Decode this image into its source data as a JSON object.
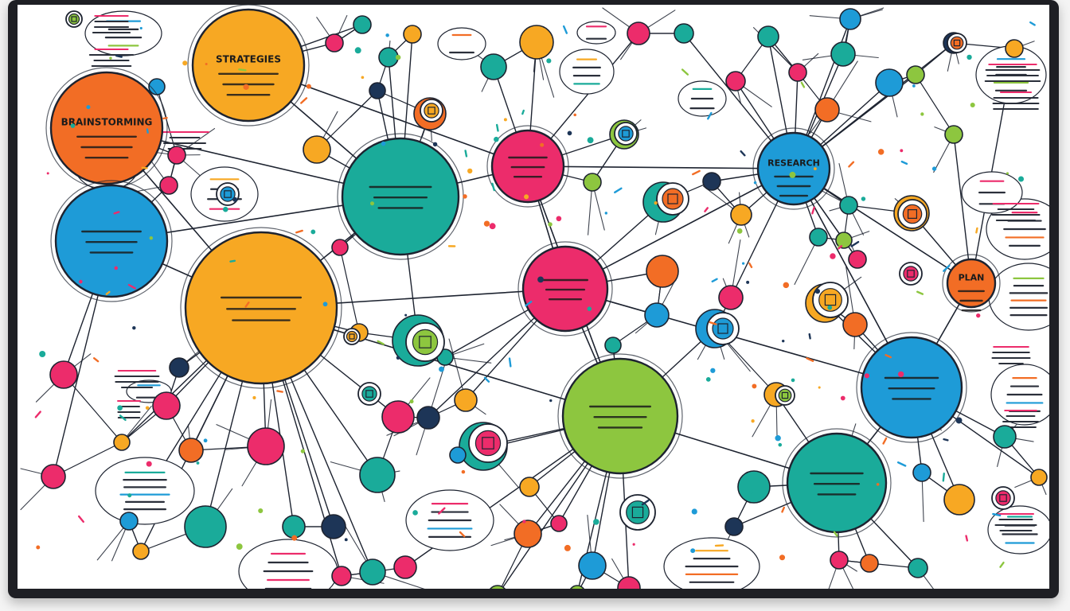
{
  "nodes": [
    {
      "label": "STRATEGIES",
      "sub": "",
      "color": "#f7a823",
      "size": "lg"
    },
    {
      "label": "BRAINSTORMING",
      "sub": "",
      "color": "#f26d25",
      "size": "lg"
    },
    {
      "label": "",
      "sub": "",
      "color": "#1e9bd7",
      "size": "lg"
    },
    {
      "label": "",
      "sub": "",
      "color": "#f7a823",
      "size": "xl"
    },
    {
      "label": "",
      "sub": "",
      "color": "#1aab9a",
      "size": "lg"
    },
    {
      "label": "",
      "sub": "",
      "color": "#ec2c6b",
      "size": "md"
    },
    {
      "label": "RESEARCH",
      "sub": "",
      "color": "#1e9bd7",
      "size": "md"
    },
    {
      "label": "",
      "sub": "",
      "color": "#ec2c6b",
      "size": "md"
    },
    {
      "label": "PLAN",
      "sub": "",
      "color": "#f26d25",
      "size": "sm"
    },
    {
      "label": "",
      "sub": "",
      "color": "#8dc63f",
      "size": "lg"
    },
    {
      "label": "",
      "sub": "",
      "color": "#1e9bd7",
      "size": "lg"
    },
    {
      "label": "",
      "sub": "",
      "color": "#1aab9a",
      "size": "lg"
    }
  ],
  "palette": [
    "#ec2c6b",
    "#1aab9a",
    "#f7a823",
    "#1e9bd7",
    "#f26d25",
    "#8dc63f",
    "#1d3557"
  ],
  "icons": [
    "lightbulb-icon",
    "gear-icon",
    "target-icon",
    "document-icon",
    "chart-icon",
    "person-icon",
    "globe-icon",
    "clipboard-icon"
  ]
}
